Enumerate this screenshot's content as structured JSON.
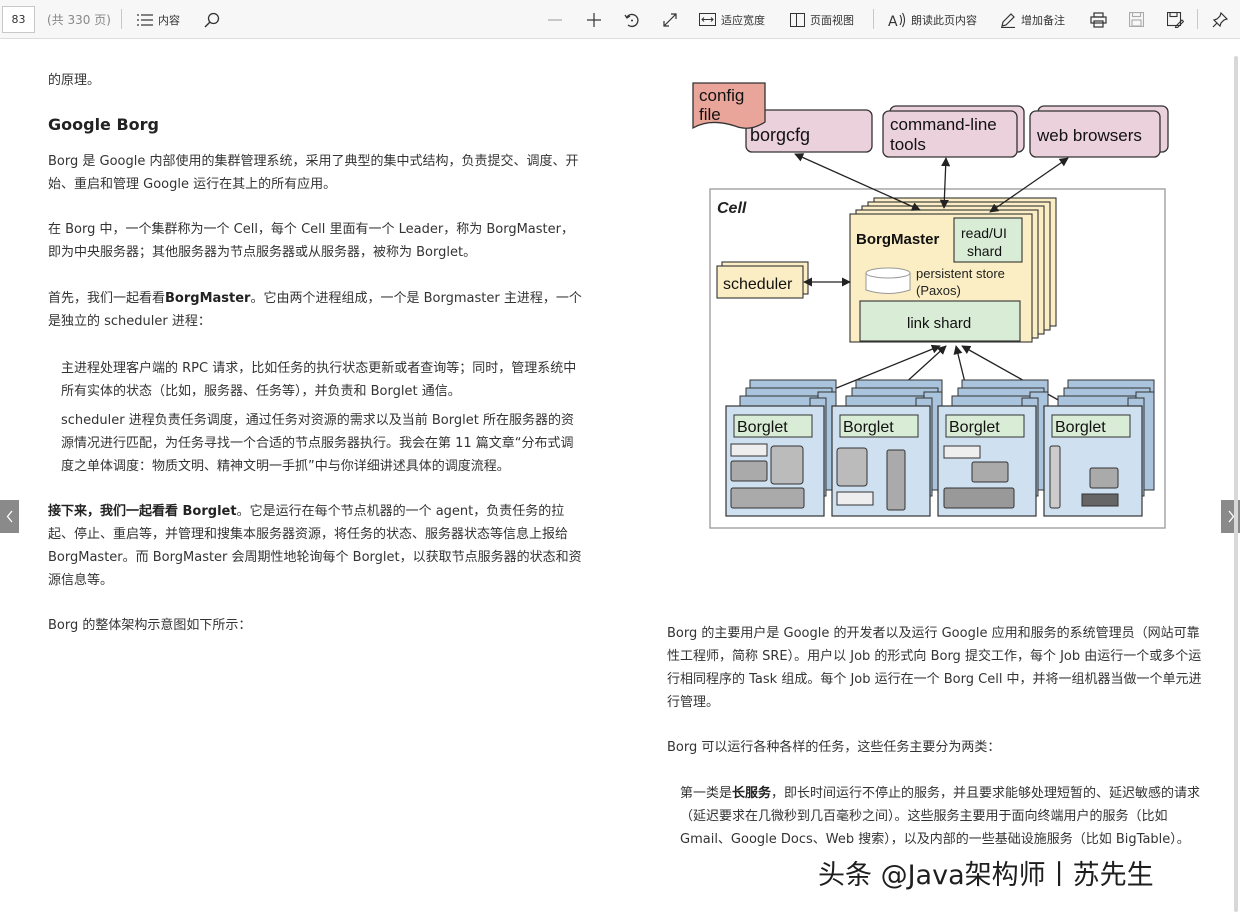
{
  "toolbar": {
    "page_number": "83",
    "page_total": "(共 330 页)",
    "contents_label": "内容",
    "fit_width_label": "适应宽度",
    "page_view_label": "页面视图",
    "read_aloud_label": "朗读此页内容",
    "add_note_label": "增加备注"
  },
  "left": {
    "p0": "的原理。",
    "heading": "Google Borg",
    "p1": "Borg 是 Google 内部使用的集群管理系统，采用了典型的集中式结构，负责提交、调度、开始、重启和管理 Google 运行在其上的所有应用。",
    "p2": "在 Borg 中，一个集群称为一个 Cell，每个 Cell 里面有一个 Leader，称为 BorgMaster，即为中央服务器；其他服务器为节点服务器或从服务器，被称为 Borglet。",
    "p3_pre": "首先，我们一起看看",
    "p3_bold": "BorgMaster",
    "p3_post": "。它由两个进程组成，一个是 Borgmaster 主进程，一个是独立的 scheduler 进程：",
    "li1": "主进程处理客户端的 RPC 请求，比如任务的执行状态更新或者查询等；同时，管理系统中所有实体的状态（比如，服务器、任务等），并负责和 Borglet 通信。",
    "li2": "scheduler 进程负责任务调度，通过任务对资源的需求以及当前 Borglet 所在服务器的资源情况进行匹配，为任务寻找一个合适的节点服务器执行。我会在第 11 篇文章“分布式调度之单体调度：物质文明、精神文明一手抓”中与你详细讲述具体的调度流程。",
    "p4_bold": "接下来，我们一起看看 Borglet",
    "p4_post": "。它是运行在每个节点机器的一个 agent，负责任务的拉起、停止、重启等，并管理和搜集本服务器资源，将任务的状态、服务器状态等信息上报给 BorgMaster。而 BorgMaster 会周期性地轮询每个 Borglet，以获取节点服务器的状态和资源信息等。",
    "p5": "Borg 的整体架构示意图如下所示："
  },
  "diagram": {
    "config_file": [
      "config",
      "file"
    ],
    "borgcfg": "borgcfg",
    "cmdline": [
      "command-line",
      "tools"
    ],
    "browsers": "web browsers",
    "cell": "Cell",
    "borgmaster": "BorgMaster",
    "readui": [
      "read/UI",
      "shard"
    ],
    "store": [
      "persistent store",
      "(Paxos)"
    ],
    "scheduler": "scheduler",
    "linkshard": "link shard",
    "borglet": "Borglet"
  },
  "right": {
    "p1": "Borg 的主要用户是 Google 的开发者以及运行 Google 应用和服务的系统管理员（网站可靠性工程师，简称 SRE）。用户以 Job 的形式向 Borg 提交工作，每个 Job 由运行一个或多个运行相同程序的 Task 组成。每个 Job 运行在一个 Borg Cell 中，并将一组机器当做一个单元进行管理。",
    "p2": "Borg 可以运行各种各样的任务，这些任务主要分为两类：",
    "li_pre": "第一类是",
    "li_bold": "长服务",
    "li_post": "，即长时间运行不停止的服务，并且要求能够处理短暂的、延迟敏感的请求（延迟要求在几微秒到几百毫秒之间）。这些服务主要用于面向终端用户的服务（比如 Gmail、Google Docs、Web 搜索），以及内部的一些基础设施服务（比如 BigTable）。"
  },
  "watermark": "头条 @Java架构师丨苏先生"
}
